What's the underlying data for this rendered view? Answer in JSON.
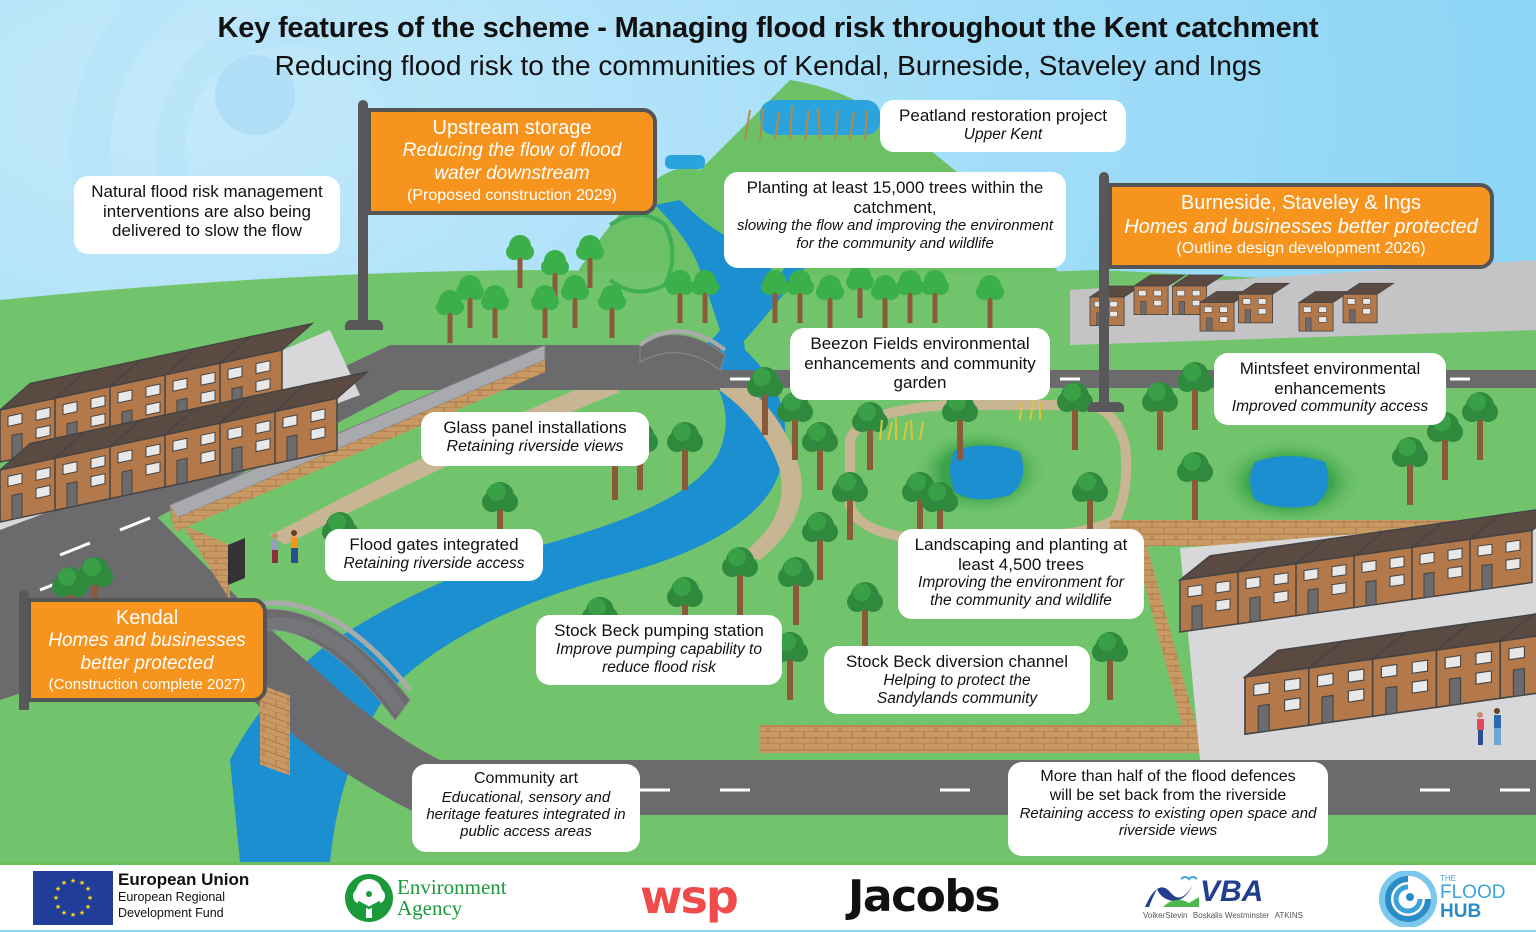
{
  "header": {
    "title": "Key features of the scheme - Managing flood risk throughout the Kent catchment",
    "subtitle": "Reducing flood risk to the communities of Kendal, Burneside, Staveley and Ings"
  },
  "signs": {
    "upstream": {
      "title": "Upstream storage",
      "italic": "Reducing the flow of flood water downstream",
      "note": "(Proposed construction 2029)"
    },
    "burneside": {
      "title": "Burneside, Staveley & Ings",
      "italic": "Homes and businesses better protected",
      "note": "(Outline design development 2026)"
    },
    "kendal": {
      "title": "Kendal",
      "italic": "Homes and businesses better protected",
      "note": "(Construction complete 2027)"
    }
  },
  "callouts": {
    "natural": {
      "heading": "Natural flood risk management interventions are also being delivered to slow the flow"
    },
    "peatland": {
      "heading": "Peatland restoration project",
      "italic": "Upper Kent"
    },
    "trees15000": {
      "heading": "Planting at least 15,000 trees within the catchment,",
      "italic": "slowing the flow and improving the environment for the community and wildlife"
    },
    "beezon": {
      "heading": "Beezon Fields environmental enhancements and community garden"
    },
    "mintsfeet": {
      "heading": "Mintsfeet environmental enhancements",
      "italic": "Improved community access"
    },
    "glass": {
      "heading": "Glass panel installations",
      "italic": "Retaining riverside views"
    },
    "floodgates": {
      "heading": "Flood gates integrated",
      "italic": "Retaining riverside access"
    },
    "landscaping": {
      "heading": "Landscaping and planting at least 4,500 trees",
      "italic": "Improving the environment for the community and wildlife"
    },
    "pumping": {
      "heading": "Stock Beck pumping station",
      "italic": "Improve pumping capability to reduce flood risk"
    },
    "diversion": {
      "heading": "Stock Beck diversion channel",
      "italic": "Helping to protect the Sandylands community"
    },
    "art": {
      "heading": "Community art",
      "italic": "Educational, sensory and heritage features integrated in public access areas"
    },
    "setback": {
      "heading": "More than half of the flood defences will be set back from the riverside",
      "italic": "Retaining access to existing open space and riverside views"
    }
  },
  "footer": {
    "logos": {
      "eu": {
        "title": "European Union",
        "line1": "European Regional",
        "line2": "Development Fund",
        "icon": "eu-flag-icon"
      },
      "ea": {
        "line1": "Environment",
        "line2": "Agency",
        "icon": "oak-tree-person-icon"
      },
      "wsp": {
        "text": "wsp"
      },
      "jacobs": {
        "text": "Jacobs"
      },
      "vba": {
        "text": "VBA",
        "partners": [
          "VolkerStevin",
          "Boskalis Westminster",
          "ATKINS"
        ],
        "icon": "wave-bird-icon"
      },
      "floodhub": {
        "the": "THE",
        "flood": "FLOOD",
        "hub": "HUB",
        "icon": "swirl-icon"
      }
    }
  },
  "colors": {
    "sky": "#8fd6f6",
    "grass": "#72c46c",
    "river": "#1b8fcf",
    "road": "#6b6b6e",
    "sign_orange": "#f7941e",
    "brick": "#b4794a",
    "roof": "#5b4a42"
  }
}
